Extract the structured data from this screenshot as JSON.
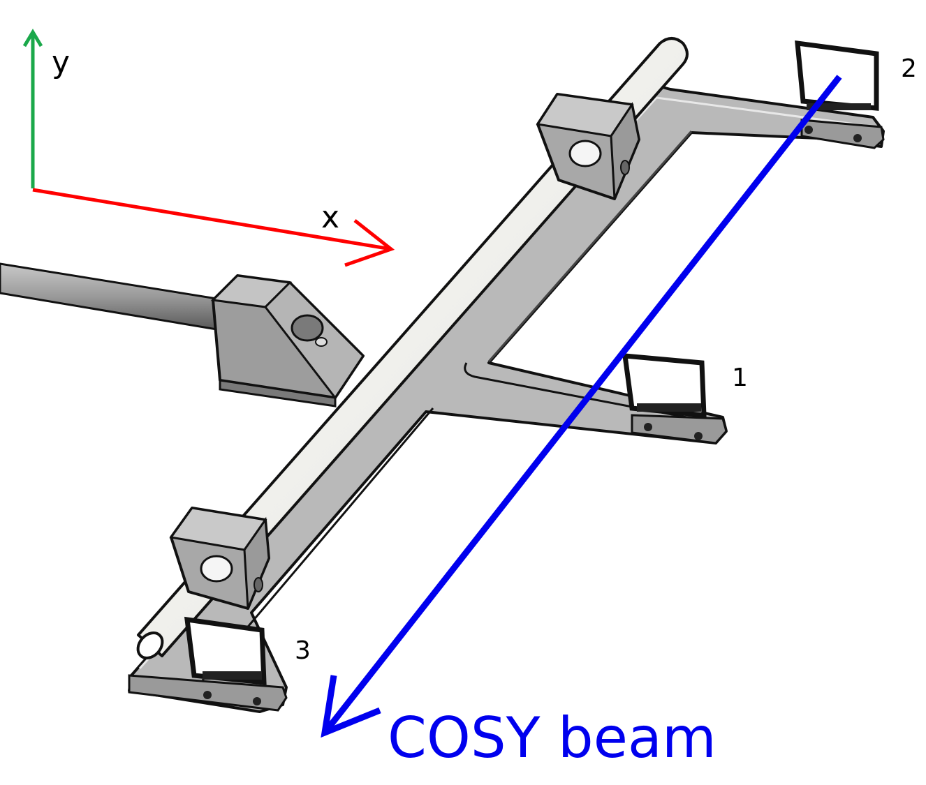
{
  "axes": {
    "y_label": "y",
    "x_label": "x",
    "y_color": "#1aa84a",
    "x_color": "#ff0000"
  },
  "detectors": [
    {
      "label": "1"
    },
    {
      "label": "2"
    },
    {
      "label": "3"
    }
  ],
  "beam": {
    "label": "COSY beam",
    "color": "#0000ee"
  },
  "colors": {
    "metal": "#b8b8b8",
    "metal_dark": "#8e8e8e",
    "outline": "#111111",
    "rod": "#f2f2ec"
  }
}
